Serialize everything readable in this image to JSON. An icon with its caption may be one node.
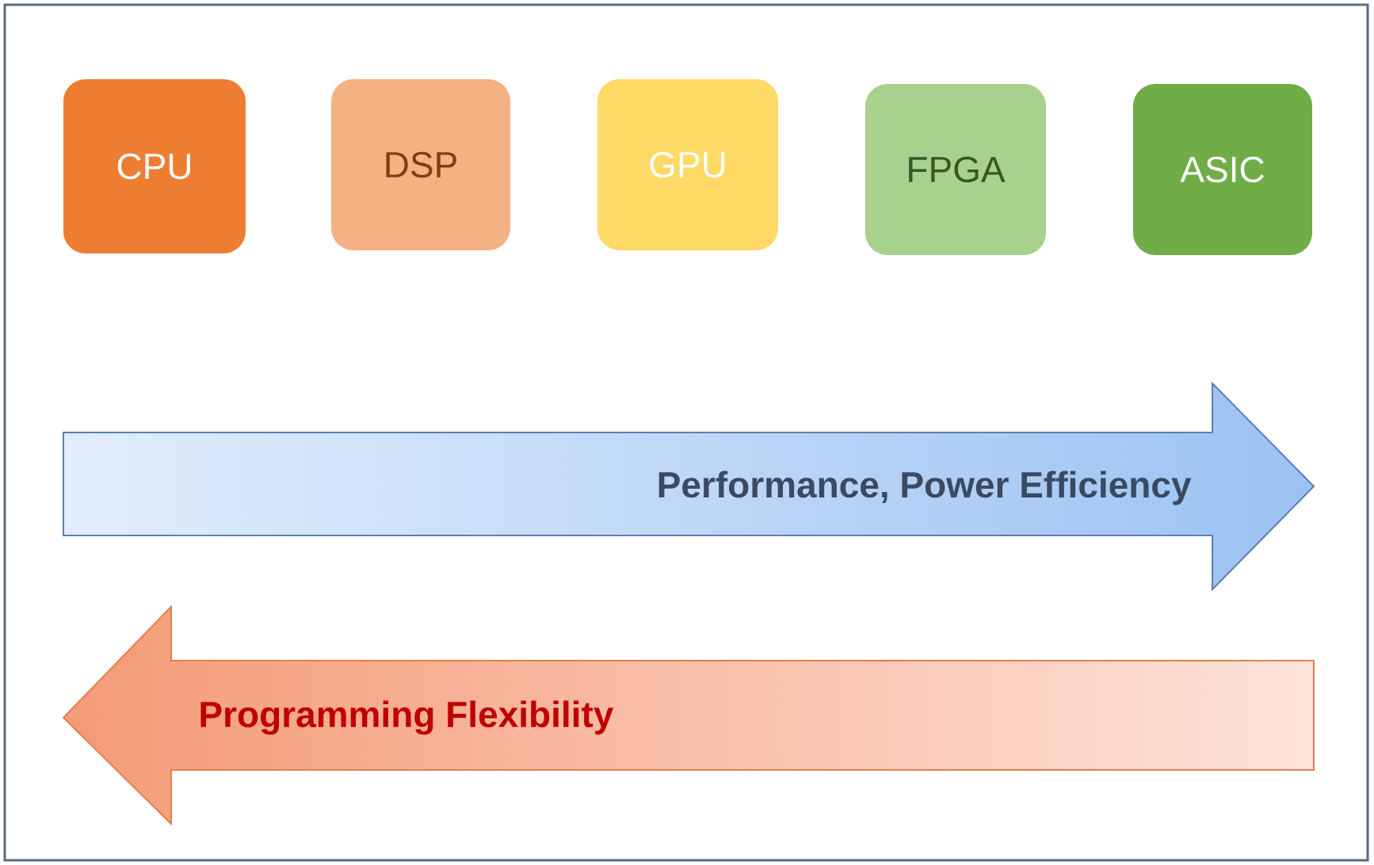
{
  "diagram": {
    "nodes": [
      {
        "text": [
          "CPU"
        ]
      },
      {
        "text": [
          "DSP"
        ]
      },
      {
        "text": [
          "GPU"
        ]
      },
      {
        "text": [
          "FPGA"
        ]
      },
      {
        "text": [
          "ASIC"
        ]
      }
    ],
    "labels": [
      "Performance, Power Efficiency",
      "Programming Flexibility"
    ]
  }
}
